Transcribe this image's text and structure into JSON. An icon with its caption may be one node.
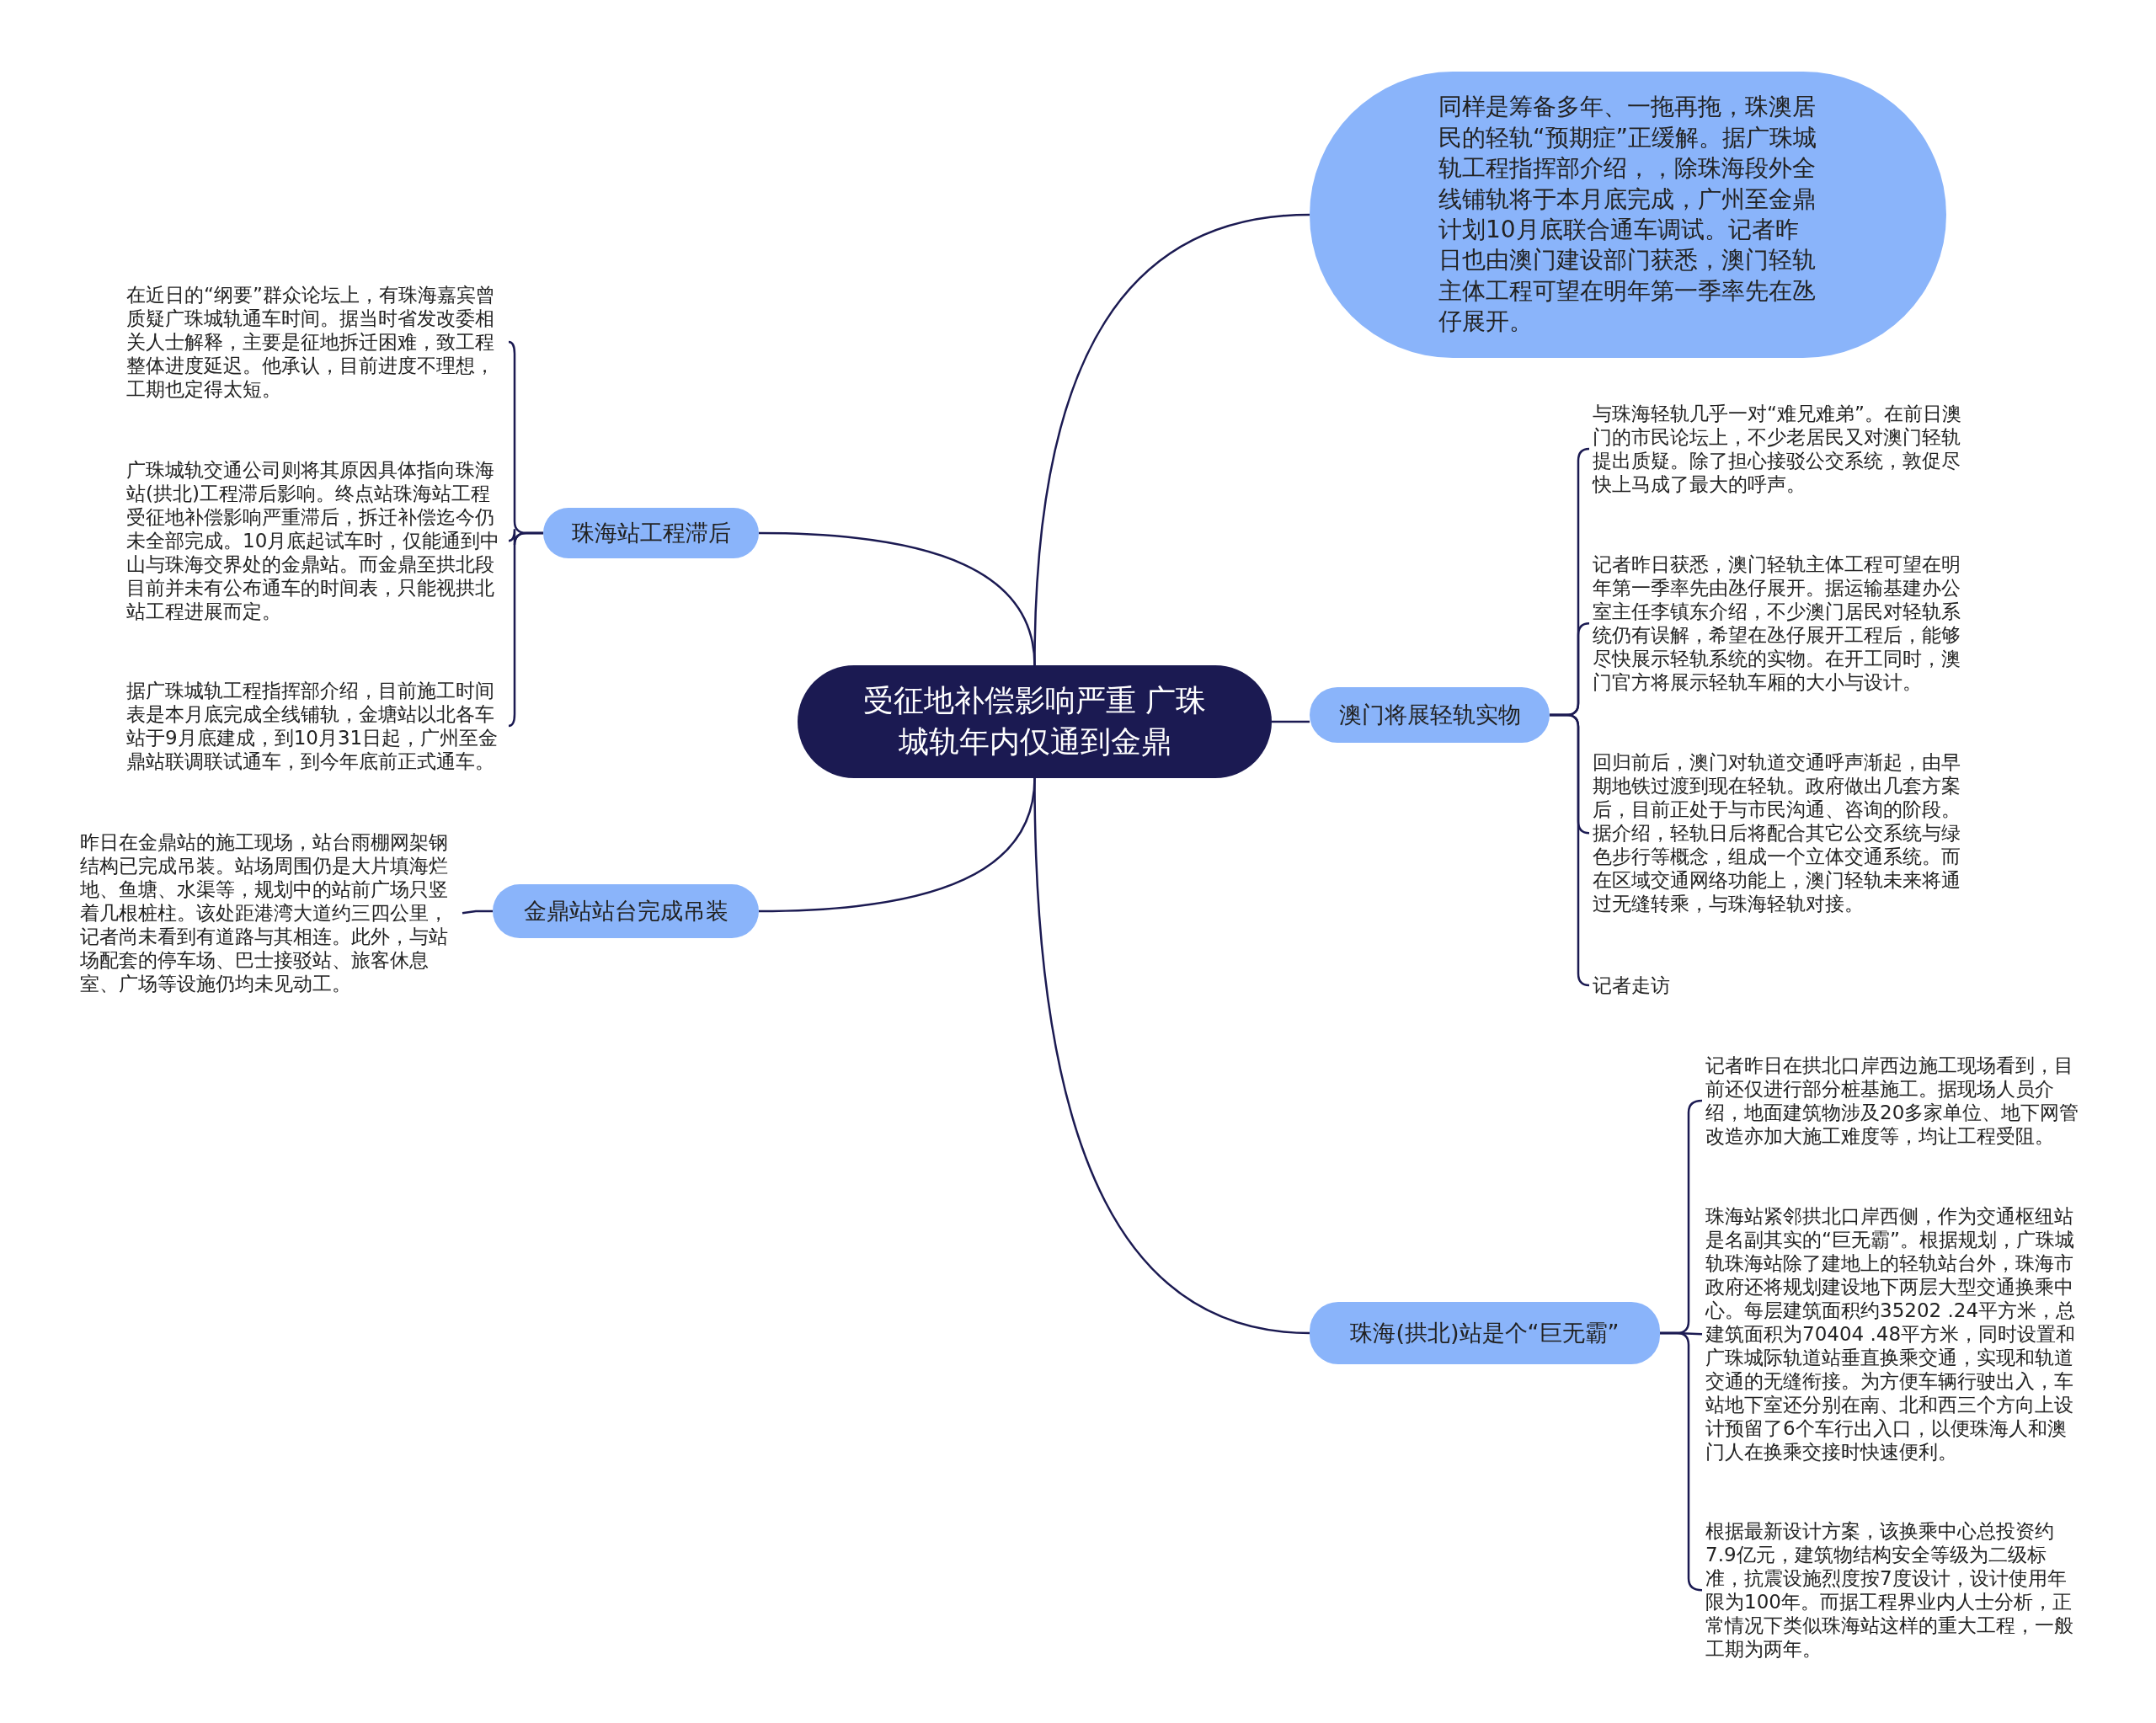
{
  "diagram": {
    "nodes": [
      {
        "text": [
          "受征地补偿影响严重 广珠城轨年内仅通到金鼎"
        ]
      },
      {
        "text": [
          "同样是筹备多年、一拖再拖，珠澳居民的轻轨“预期症”正缓解。据广珠城轨工程指挥部介绍，，除珠海段外全线铺轨将于本月底完成，广州至金鼎计划10月底联合通车调试。记者昨日也由澳门建设部门获悉，澳门轻轨主体工程可望在明年第一季率先在氹仔展开。"
        ]
      },
      {
        "text": [
          "珠海站工程滞后"
        ]
      },
      {
        "text": [
          "在近日的“纲要”群众论坛上，有珠海嘉宾曾质疑广珠城轨通车时间。据当时省发改委相关人士解释，主要是征地拆迁困难，致工程整体进度延迟。他承认，目前进度不理想，工期也定得太短。"
        ]
      },
      {
        "text": [
          "广珠城轨交通公司则将其原因具体指向珠海站(拱北)工程滞后影响。终点站珠海站工程受征地补偿影响严重滞后，拆迁补偿迄今仍未全部完成。10月底起试车时，仅能通到中山与珠海交界处的金鼎站。而金鼎至拱北段目前并未有公布通车的时间表，只能视拱北站工程进展而定。"
        ]
      },
      {
        "text": [
          "据广珠城轨工程指挥部介绍，目前施工时间表是本月底完成全线铺轨，金塘站以北各车站于9月底建成，到10月31日起，广州至金鼎站联调联试通车，到今年底前正式通车。"
        ]
      },
      {
        "text": [
          "金鼎站站台完成吊装"
        ]
      },
      {
        "text": [
          "昨日在金鼎站的施工现场，站台雨棚网架钢结构已完成吊装。站场周围仍是大片填海烂地、鱼塘、水渠等，规划中的站前广场只竖着几根桩柱。该处距港湾大道约三四公里，记者尚未看到有道路与其相连。此外，与站场配套的停车场、巴士接驳站、旅客休息室、广场等设施仍均未见动工。"
        ]
      },
      {
        "text": [
          "澳门将展轻轨实物"
        ]
      },
      {
        "text": [
          "与珠海轻轨几乎一对“难兄难弟”。在前日澳门的市民论坛上，不少老居民又对澳门轻轨提出质疑。除了担心接驳公交系统，敦促尽快上马成了最大的呼声。"
        ]
      },
      {
        "text": [
          "记者昨日获悉，澳门轻轨主体工程可望在明年第一季率先由氹仔展开。据运输基建办公室主任李镇东介绍，不少澳门居民对轻轨系统仍有误解，希望在氹仔展开工程后，能够尽快展示轻轨系统的实物。在开工同时，澳门官方将展示轻轨车厢的大小与设计。"
        ]
      },
      {
        "text": [
          "回归前后，澳门对轨道交通呼声渐起，由早期地铁过渡到现在轻轨。政府做出几套方案后，目前正处于与市民沟通、咨询的阶段。据介绍，轻轨日后将配合其它公交系统与绿色步行等概念，组成一个立体交通系统。而在区域交通网络功能上，澳门轻轨未来将通过无缝转乘，与珠海轻轨对接。"
        ]
      },
      {
        "text": [
          "记者走访"
        ]
      },
      {
        "text": [
          "珠海(拱北)站是个“巨无霸”"
        ]
      },
      {
        "text": [
          "记者昨日在拱北口岸西边施工现场看到，目前还仅进行部分桩基施工。据现场人员介绍，地面建筑物涉及20多家单位、地下网管改造亦加大施工难度等，均让工程受阻。"
        ]
      },
      {
        "text": [
          "珠海站紧邻拱北口岸西侧，作为交通枢纽站是名副其实的“巨无霸”。根据规划，广珠城轨珠海站除了建地上的轻轨站台外，珠海市政府还将规划建设地下两层大型交通换乘中心。每层建筑面积约35202 .24平方米，总建筑面积为70404 .48平方米，同时设置和广珠城际轨道站垂直换乘交通，实现和轨道交通的无缝衔接。为方便车辆行驶出入，车站地下室还分别在南、北和西三个方向上设计预留了6个车行出入口，以便珠海人和澳门人在换乘交接时快速便利。"
        ]
      },
      {
        "text": [
          "根据最新设计方案，该换乘中心总投资约7.9亿元，建筑物结构安全等级为二级标准，抗震设施烈度按7度设计，设计使用年限为100年。而据工程界业内人士分析，正常情况下类似珠海站这样的重大工程，一般工期为两年。"
        ]
      }
    ],
    "edges": [
      {
        "from": 0,
        "to": 1,
        "arrow": "none"
      },
      {
        "from": 0,
        "to": 2,
        "arrow": "none"
      },
      {
        "from": 2,
        "to": 3,
        "arrow": "none"
      },
      {
        "from": 2,
        "to": 4,
        "arrow": "none"
      },
      {
        "from": 2,
        "to": 5,
        "arrow": "none"
      },
      {
        "from": 0,
        "to": 6,
        "arrow": "none"
      },
      {
        "from": 6,
        "to": 7,
        "arrow": "none"
      },
      {
        "from": 0,
        "to": 8,
        "arrow": "none"
      },
      {
        "from": 8,
        "to": 9,
        "arrow": "none"
      },
      {
        "from": 8,
        "to": 10,
        "arrow": "none"
      },
      {
        "from": 8,
        "to": 11,
        "arrow": "none"
      },
      {
        "from": 8,
        "to": 12,
        "arrow": "none"
      },
      {
        "from": 0,
        "to": 13,
        "arrow": "none"
      },
      {
        "from": 13,
        "to": 14,
        "arrow": "none"
      },
      {
        "from": 13,
        "to": 15,
        "arrow": "none"
      },
      {
        "from": 13,
        "to": 16,
        "arrow": "none"
      }
    ]
  }
}
